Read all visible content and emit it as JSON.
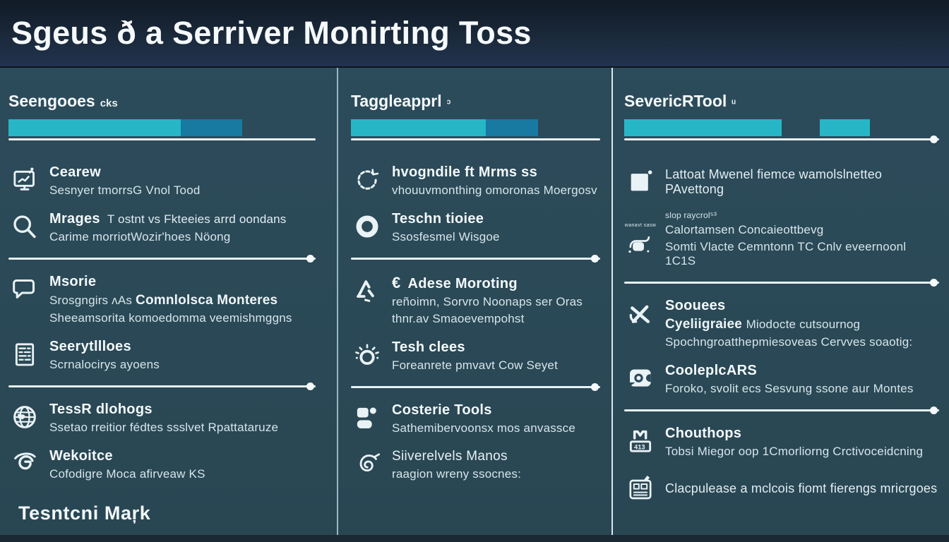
{
  "page_title": "Sgeus ð a Serriver Monirting Toss",
  "footer_brand": "Tesntcni Maŗk",
  "colors": {
    "accent_teal": "#27b6c6",
    "accent_blue": "#1879a1",
    "header_bg": "#1b2a3c",
    "body_bg": "#2b4959"
  },
  "columns": [
    {
      "header": "Seengooes",
      "header_suffix": "cks",
      "bar": [
        {
          "color": "#27b6c6",
          "pct": 56
        },
        {
          "color": "#1879a1",
          "pct": 20
        }
      ],
      "underline_dot": false,
      "items": [
        {
          "icon": "monitor-icon",
          "title": "Cearew",
          "lines": [
            {
              "pre": "Sesnyer tmorrsG Vnol Tood"
            }
          ]
        },
        {
          "icon": "search-icon",
          "title": "Mrages",
          "title_note": "T ostnt vs Fkteeies arrd oondans",
          "lines": [
            {
              "pre": "Carime morriotWozir'hoes Nöong"
            }
          ]
        },
        {
          "icon": "chat-icon",
          "title": "Msorie",
          "lines": [
            {
              "pre": "Srosgngirs ʌAs ",
              "strong": "Comnlolsca Monteres"
            },
            {
              "pre": "Sheeamsorita komoedomma veemishmggns"
            }
          ]
        },
        {
          "icon": "list-icon",
          "title": "Seerytllloes",
          "lines": [
            {
              "pre": "Scrnalocirys ayoens"
            }
          ]
        },
        {
          "icon": "globe-icon",
          "title": "TessR dlohogs",
          "lines": [
            {
              "pre": "Ssetao rreitior fédtes ssslvet Rpattataruze"
            }
          ]
        },
        {
          "icon": "g-badge-icon",
          "title": "Wekoitce",
          "lines": [
            {
              "pre": "Cofodigre Moca afirveaw KS"
            }
          ]
        }
      ]
    },
    {
      "header": "Taggleapprl",
      "header_suffix": "ᵓ",
      "bar": [
        {
          "color": "#27b6c6",
          "pct": 54
        },
        {
          "color": "#1879a1",
          "pct": 21
        }
      ],
      "underline_dot": false,
      "items": [
        {
          "icon": "refresh-icon",
          "title": "hvogndile ft Mrms ss",
          "lines": [
            {
              "pre": "vhouuvmonthing omoronas Moergosv"
            }
          ]
        },
        {
          "icon": "ring-icon",
          "title": "Teschn tioiee",
          "lines": [
            {
              "pre": "Ssosfesmel Wisgoe"
            }
          ]
        },
        {
          "icon": "alert-shape-icon",
          "title_prefix": "€",
          "title": "Adese Moroting",
          "lines": [
            {
              "pre": "reñoimn, Sorvro Noonaps ser Oras"
            },
            {
              "pre": "thnr.av Smaoevempohst"
            }
          ]
        },
        {
          "icon": "sun-icon",
          "title": "Tesh clees",
          "lines": [
            {
              "pre": "Foreanrete pmvavt Cow Seyet"
            }
          ]
        },
        {
          "icon": "boxes-icon",
          "title": "Costerie Tools",
          "lines": [
            {
              "pre": "Sathemibervoonsx mos anvassce"
            }
          ]
        },
        {
          "icon": "spiral-icon",
          "title": "Siiverelvels Manos",
          "title_weight": "normal",
          "lines": [
            {
              "pre": "raagion wreny ssocnes:"
            }
          ]
        }
      ]
    },
    {
      "header": "SevericRTool",
      "header_suffix": "ᵘ",
      "bar": [
        {
          "color": "#27b6c6",
          "pct": 50
        },
        {
          "color": "transparent",
          "pct": 12
        },
        {
          "color": "#27b6c6",
          "pct": 16
        }
      ],
      "underline_dot": true,
      "items": [
        {
          "icon": "page-icon",
          "lines": [
            {
              "pre": "Lattoat Mwenel fiemce wamolslnetteo PAvettong",
              "size": "large"
            }
          ]
        },
        {
          "icon": "badge-icon",
          "icon_caption": "wanavt sasw",
          "lines": [
            {
              "pre": "slop raycrol⁵³",
              "size": "small"
            },
            {
              "pre": "Calortamsen Concaieottbevg"
            },
            {
              "pre": "Somti Vlacte Cemntonn TC Cnlv eveernoonl 1C1S"
            }
          ]
        },
        {
          "icon": "cross-icon",
          "title": "Soouees",
          "lines": [
            {
              "strong": "Cyeliigraiee ",
              "post": "Miodocte cutsournog"
            },
            {
              "pre": "Spochngroatthepmiesoveas Cervves soaotig:"
            }
          ]
        },
        {
          "icon": "camera-icon",
          "title": "CooleplcARS",
          "lines": [
            {
              "pre": "Foroko, svolit ecs Sesvung ssone aur Montes"
            }
          ]
        },
        {
          "icon": "m-box-icon",
          "title": "Chouthops",
          "lines": [
            {
              "pre": "Tobsi Miegor oop 1Cmorliorng Crctivoceidcning"
            }
          ]
        },
        {
          "icon": "cert-icon",
          "lines": [
            {
              "pre": "Clacpulease a mclcois fiomt fierengs mricrgoes",
              "size": "large"
            }
          ]
        }
      ]
    }
  ]
}
